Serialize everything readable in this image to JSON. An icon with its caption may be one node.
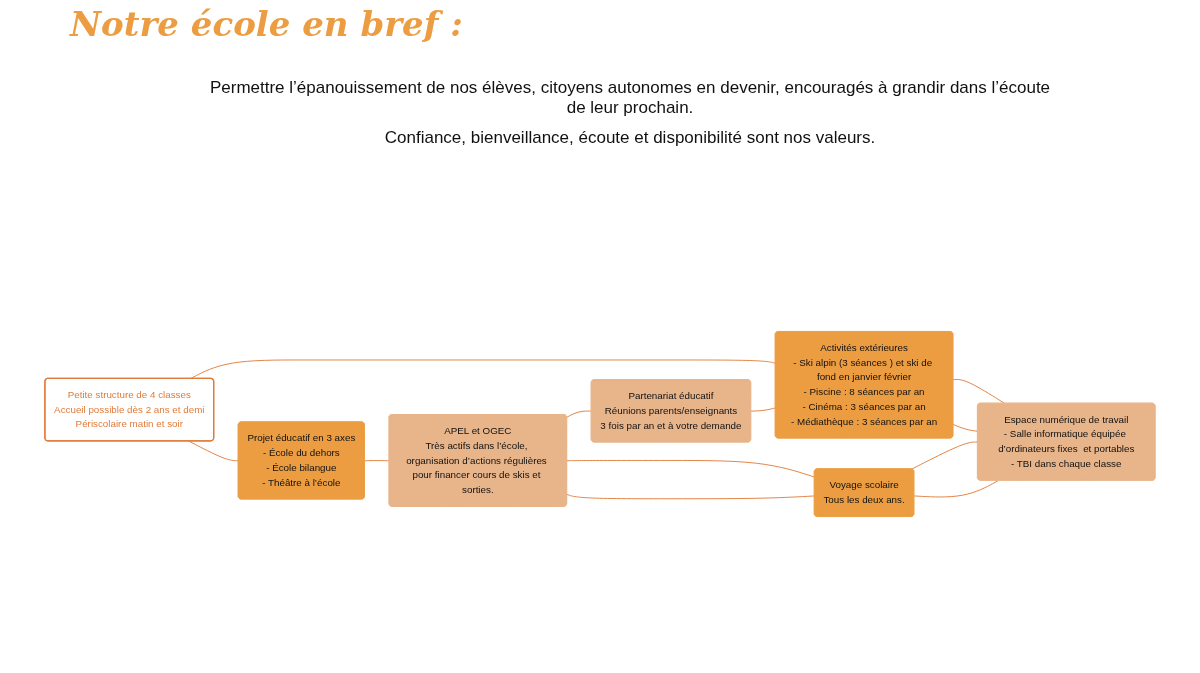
{
  "diagram": {
    "title": "Notre école en bref :",
    "labels": [
      "Permettre l’épanouissement de nos élèves, citoyens autonomes en devenir, encouragés à grandir dans l’écoute de leur prochain.",
      "Confiance, bienveillance, écoute et disponibilité sont nos valeurs."
    ],
    "nodes": [
      {
        "text": [
          "Petite structure de 4 classes",
          "Accueil possible dès 2 ans et demi",
          "Périscolaire matin et soir"
        ]
      },
      {
        "text": [
          "Projet éducatif en 3 axes",
          "- École du dehors",
          "- École bilangue",
          "- Théâtre à l’école"
        ]
      },
      {
        "text": [
          "Activités extérieures",
          "- Ski alpin (3 séances ) et ski de fond en janvier février",
          "- Piscine : 8 séances par an",
          "- Cinéma : 3 séances par an",
          "- Médiathèque : 3 séances par an"
        ]
      },
      {
        "text": [
          "Partenariat éducatif",
          "Réunions parents/enseignants",
          "3 fois par an et à votre demande"
        ]
      },
      {
        "text": [
          "APEL et OGEC",
          "Très actifs dans l’école, organisation d’actions régulières pour financer cours de skis et sorties."
        ]
      },
      {
        "text": [
          "Espace numérique de travail",
          "- Salle informatique équipée d’ordinateurs fixes  et portables",
          "- TBI dans chaque classe"
        ]
      },
      {
        "text": [
          "Voyage scolaire",
          "Tous les deux ans."
        ]
      }
    ],
    "edges": [
      {
        "from": 0,
        "to": 1,
        "arrow": "none"
      },
      {
        "from": 0,
        "to": 2,
        "arrow": "none"
      },
      {
        "from": 1,
        "to": 4,
        "arrow": "none"
      },
      {
        "from": 4,
        "to": 3,
        "arrow": "none"
      },
      {
        "from": 3,
        "to": 2,
        "arrow": "none"
      },
      {
        "from": 2,
        "to": 5,
        "arrow": "none"
      },
      {
        "from": 2,
        "to": 5,
        "arrow": "none"
      },
      {
        "from": 4,
        "to": 6,
        "arrow": "none"
      },
      {
        "from": 4,
        "to": 6,
        "arrow": "none"
      },
      {
        "from": 6,
        "to": 5,
        "arrow": "none"
      },
      {
        "from": 6,
        "to": 5,
        "arrow": "none"
      }
    ]
  }
}
